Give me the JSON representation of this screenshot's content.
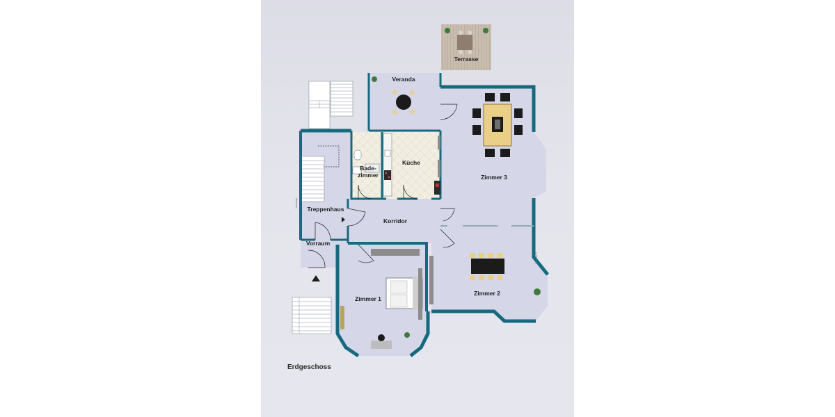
{
  "plan": {
    "floor_title": "Erdgeschoss",
    "colors": {
      "wall": "#17697e",
      "floor": "#d5d7e9",
      "tile": "#f3eee2",
      "deck": "#c9bdb0",
      "stair": "#ffffff",
      "furniture": "#1b1b1b",
      "table_wood": "#e9cf87",
      "plant": "#3f7a3a"
    },
    "rooms": [
      {
        "id": "terrasse",
        "label": "Terrasse"
      },
      {
        "id": "veranda",
        "label": "Veranda"
      },
      {
        "id": "badezimmer",
        "label": "Bade-",
        "label2": "zimmer"
      },
      {
        "id": "kueche",
        "label": "Küche"
      },
      {
        "id": "zimmer3",
        "label": "Zimmer 3"
      },
      {
        "id": "treppenhaus",
        "label": "Treppenhaus"
      },
      {
        "id": "korridor",
        "label": "Korridor"
      },
      {
        "id": "vorraum",
        "label": "Vorraum"
      },
      {
        "id": "zimmer1",
        "label": "Zimmer 1"
      },
      {
        "id": "zimmer2",
        "label": "Zimmer 2"
      }
    ]
  }
}
